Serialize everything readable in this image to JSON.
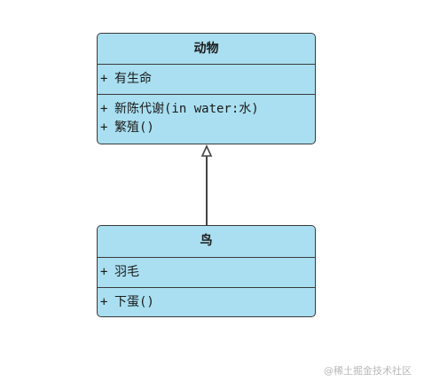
{
  "classes": {
    "animal": {
      "name": "动物",
      "attributes": [
        {
          "visibility": "+",
          "text": "有生命"
        }
      ],
      "operations": [
        {
          "visibility": "+",
          "text": "新陈代谢(in water:水)"
        },
        {
          "visibility": "+",
          "text": "繁殖()"
        }
      ]
    },
    "bird": {
      "name": "鸟",
      "attributes": [
        {
          "visibility": "+",
          "text": "羽毛"
        }
      ],
      "operations": [
        {
          "visibility": "+",
          "text": "下蛋()"
        }
      ]
    }
  },
  "relationships": [
    {
      "type": "generalization",
      "from": "bird",
      "to": "animal"
    }
  ],
  "watermark": "@稀土掘金技术社区",
  "colors": {
    "class_fill": "#a9dff0",
    "class_border": "#3a3a3a",
    "connector": "#444444",
    "watermark": "#b8b8b8"
  }
}
